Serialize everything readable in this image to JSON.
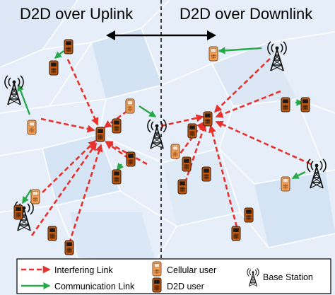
{
  "headings": {
    "left": "D2D over Uplink",
    "right": "D2D over Downlink"
  },
  "legend": {
    "interfering": "Interfering Link",
    "communication": "Communication Link",
    "cellular": "Cellular user",
    "d2d": "D2D user",
    "base_station": "Base Station"
  },
  "colors": {
    "interfering": "#e8302c",
    "communication": "#27a84a",
    "cellular_phone": "#f4a460",
    "d2d_phone": "#c55a11",
    "background_tile": "#e6eff9",
    "background_line": "#ffffff"
  },
  "icons": {
    "cellular": "cellular-phone-icon",
    "d2d": "d2d-phone-icon",
    "base_station": "base-station-icon"
  }
}
